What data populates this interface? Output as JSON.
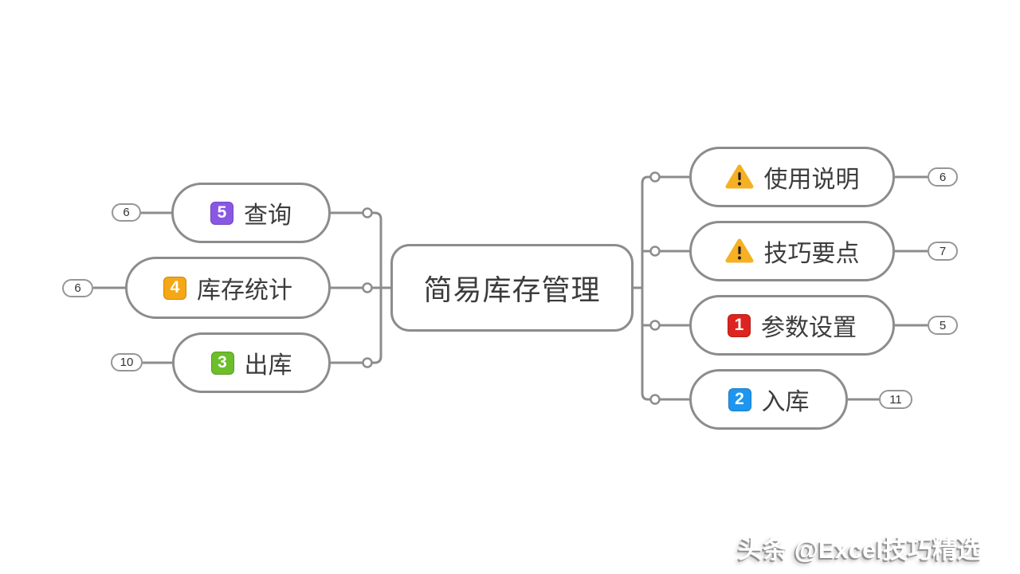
{
  "central": {
    "label": "简易库存管理"
  },
  "left_branches": [
    {
      "label": "查询",
      "badge": "5",
      "badge_color": "#8A57E5",
      "count": "6"
    },
    {
      "label": "库存统计",
      "badge": "4",
      "badge_color": "#F5A716",
      "count": "6"
    },
    {
      "label": "出库",
      "badge": "3",
      "badge_color": "#6DBE2B",
      "count": "10"
    }
  ],
  "right_branches": [
    {
      "label": "使用说明",
      "icon": "warning-triangle",
      "icon_color": "#F6B024",
      "count": "6"
    },
    {
      "label": "技巧要点",
      "icon": "warning-triangle",
      "icon_color": "#F6B024",
      "count": "7"
    },
    {
      "label": "参数设置",
      "badge": "1",
      "badge_color": "#DD2420",
      "count": "5"
    },
    {
      "label": "入库",
      "badge": "2",
      "badge_color": "#1E96F0",
      "count": "11"
    }
  ],
  "watermark": "头条 @Excel技巧精选",
  "colors": {
    "line": "#8c8c8c",
    "node_border": "#8c8c8c",
    "node_bg": "#ffffff",
    "text": "#3c3c3c",
    "warning_exclaim": "#222222"
  }
}
